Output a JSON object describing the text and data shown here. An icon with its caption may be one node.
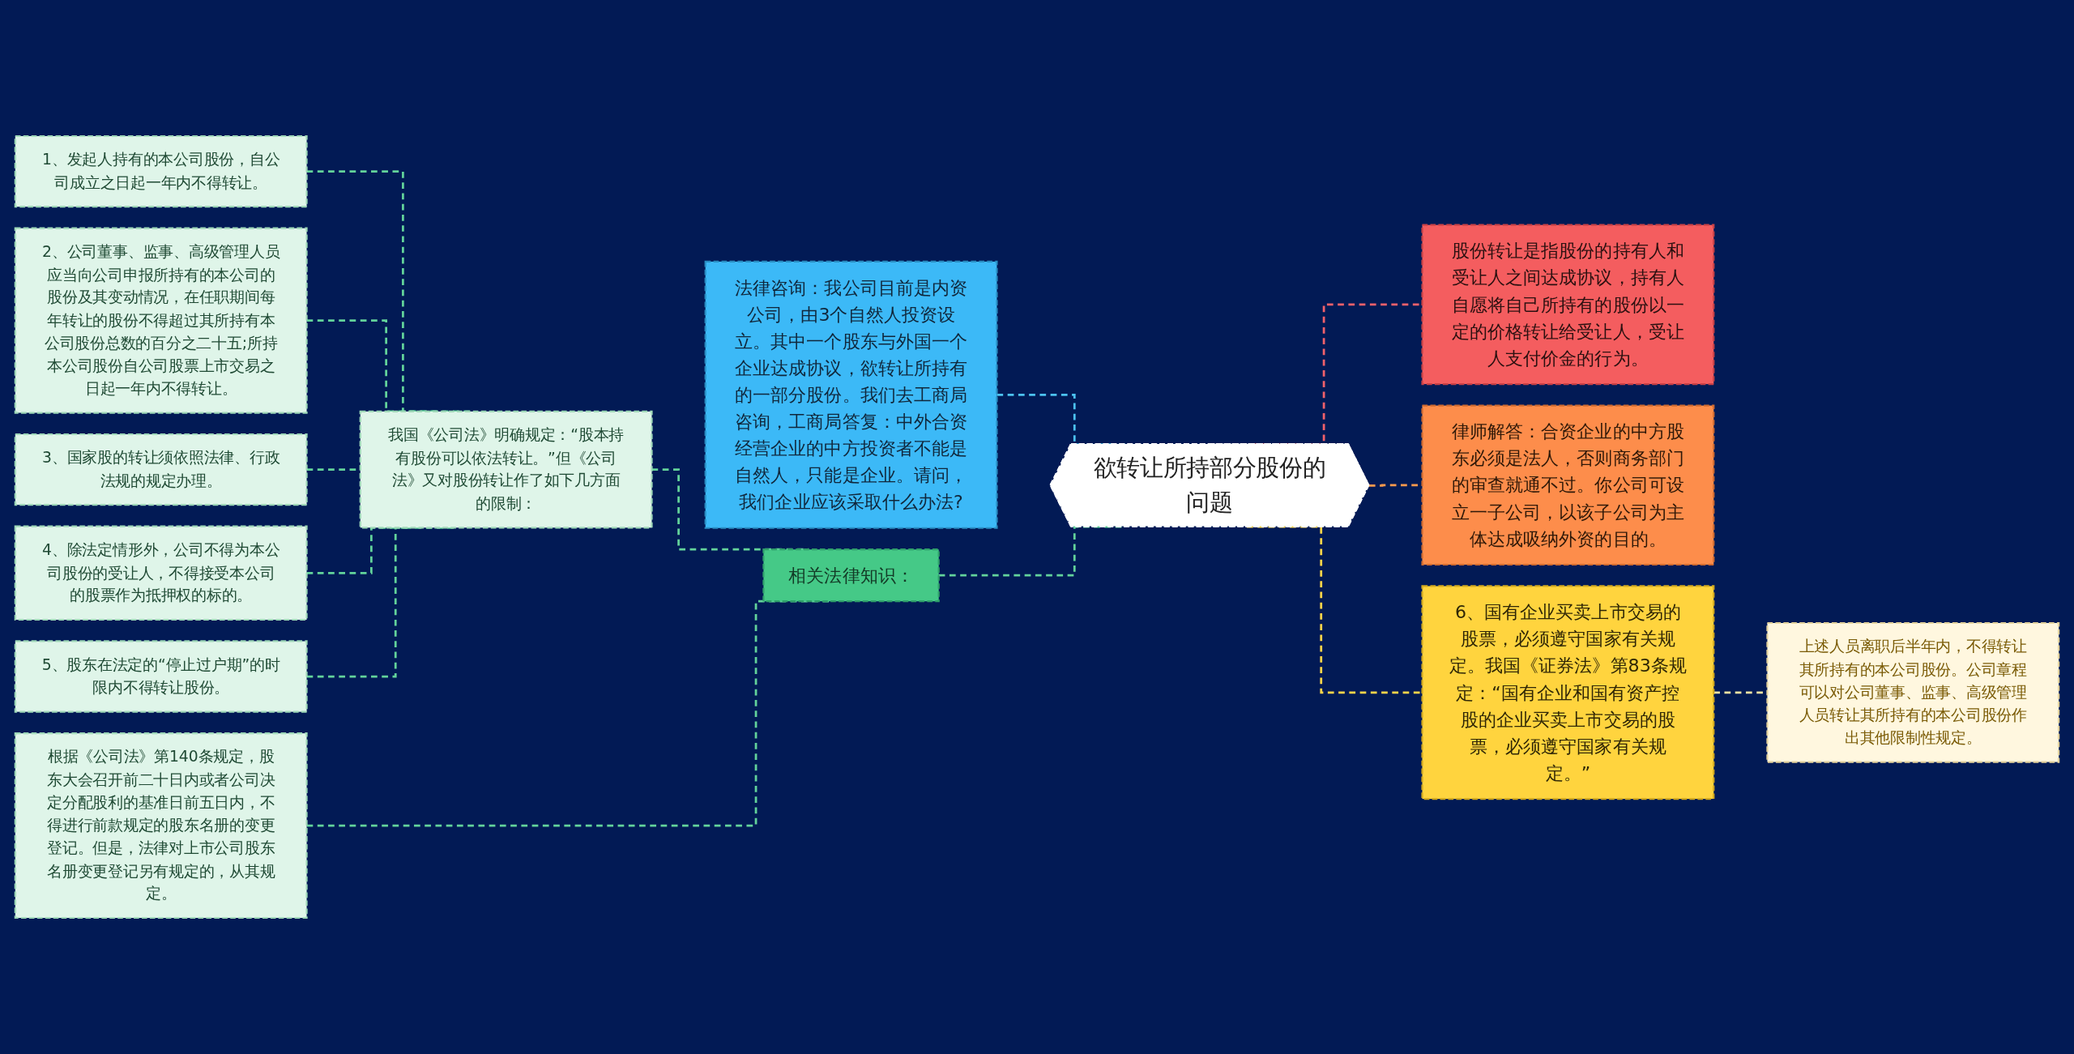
{
  "diagram": {
    "nodes": [
      {
        "text": [
          "欲转让所持部分股份的问题"
        ]
      },
      {
        "text": [
          "法律咨询：我公司目前是内资公司，由3个自然人投资设立。其中一个股东与外国一个企业达成协议，欲转让所持有的一部分股份。我们去工商局咨询，工商局答复：中外合资经营企业的中方投资者不能是自然人，只能是企业。请问，我们企业应该采取什么办法?"
        ]
      },
      {
        "text": [
          "相关法律知识："
        ]
      },
      {
        "text": [
          "我国《公司法》明确规定：“股本持有股份可以依法转让。”但《公司法》又对股份转让作了如下几方面的限制："
        ]
      },
      {
        "text": [
          "1、发起人持有的本公司股份，自公司成立之日起一年内不得转让。"
        ]
      },
      {
        "text": [
          "2、公司董事、监事、高级管理人员应当向公司申报所持有的本公司的股份及其变动情况，在任职期间每年转让的股份不得超过其所持有本公司股份总数的百分之二十五;所持本公司股份自公司股票上市交易之日起一年内不得转让。"
        ]
      },
      {
        "text": [
          "3、国家股的转让须依照法律、行政法规的规定办理。"
        ]
      },
      {
        "text": [
          "4、除法定情形外，公司不得为本公司股份的受让人，不得接受本公司的股票作为抵押权的标的。"
        ]
      },
      {
        "text": [
          "5、股东在法定的“停止过户期”的时限内不得转让股份。"
        ]
      },
      {
        "text": [
          "根据《公司法》第140条规定，股东大会召开前二十日内或者公司决定分配股利的基准日前五日内，不得进行前款规定的股东名册的变更登记。但是，法律对上市公司股东名册变更登记另有规定的，从其规定。"
        ]
      },
      {
        "text": [
          "股份转让是指股份的持有人和受让人之间达成协议，持有人自愿将自己所持有的股份以一定的价格转让给受让人，受让人支付价金的行为。"
        ]
      },
      {
        "text": [
          "律师解答：合资企业的中方股东必须是法人，否则商务部门的审查就通不过。你公司可设立一子公司，以该子公司为主体达成吸纳外资的目的。"
        ]
      },
      {
        "text": [
          "6、国有企业买卖上市交易的股票，必须遵守国家有关规定。我国《证券法》第83条规定：“国有企业和国有资产控股的企业买卖上市交易的股票，必须遵守国家有关规定。”"
        ]
      },
      {
        "text": [
          "上述人员离职后半年内，不得转让其所持有的本公司股份。公司章程可以对公司董事、监事、高级管理人员转让其所持有的本公司股份作出其他限制性规定。"
        ]
      }
    ],
    "edges": [
      {
        "from": 1,
        "to": 0,
        "arrow": "none",
        "style": "dashed",
        "color": "#4cc2f0"
      },
      {
        "from": 2,
        "to": 0,
        "arrow": "none",
        "style": "dashed"
      },
      {
        "from": 3,
        "to": 2,
        "arrow": "none",
        "style": "dashed"
      },
      {
        "from": 4,
        "to": 3,
        "arrow": "none",
        "style": "dashed"
      },
      {
        "from": 5,
        "to": 3,
        "arrow": "none",
        "style": "dashed"
      },
      {
        "from": 6,
        "to": 3,
        "arrow": "none",
        "style": "dashed"
      },
      {
        "from": 7,
        "to": 3,
        "arrow": "none",
        "style": "dashed"
      },
      {
        "from": 8,
        "to": 3,
        "arrow": "none",
        "style": "dashed"
      },
      {
        "from": 9,
        "to": 2,
        "arrow": "none",
        "style": "dashed"
      },
      {
        "from": 0,
        "to": 10,
        "arrow": "none",
        "style": "dashed",
        "color": "#f2616b"
      },
      {
        "from": 0,
        "to": 11,
        "arrow": "none",
        "style": "dashed",
        "color": "#ff9a4d"
      },
      {
        "from": 0,
        "to": 12,
        "arrow": "none",
        "style": "dashed",
        "color": "#ffd54a"
      },
      {
        "from": 12,
        "to": 13,
        "arrow": "none",
        "style": "dashed",
        "color": "#f3e3a3"
      }
    ]
  }
}
